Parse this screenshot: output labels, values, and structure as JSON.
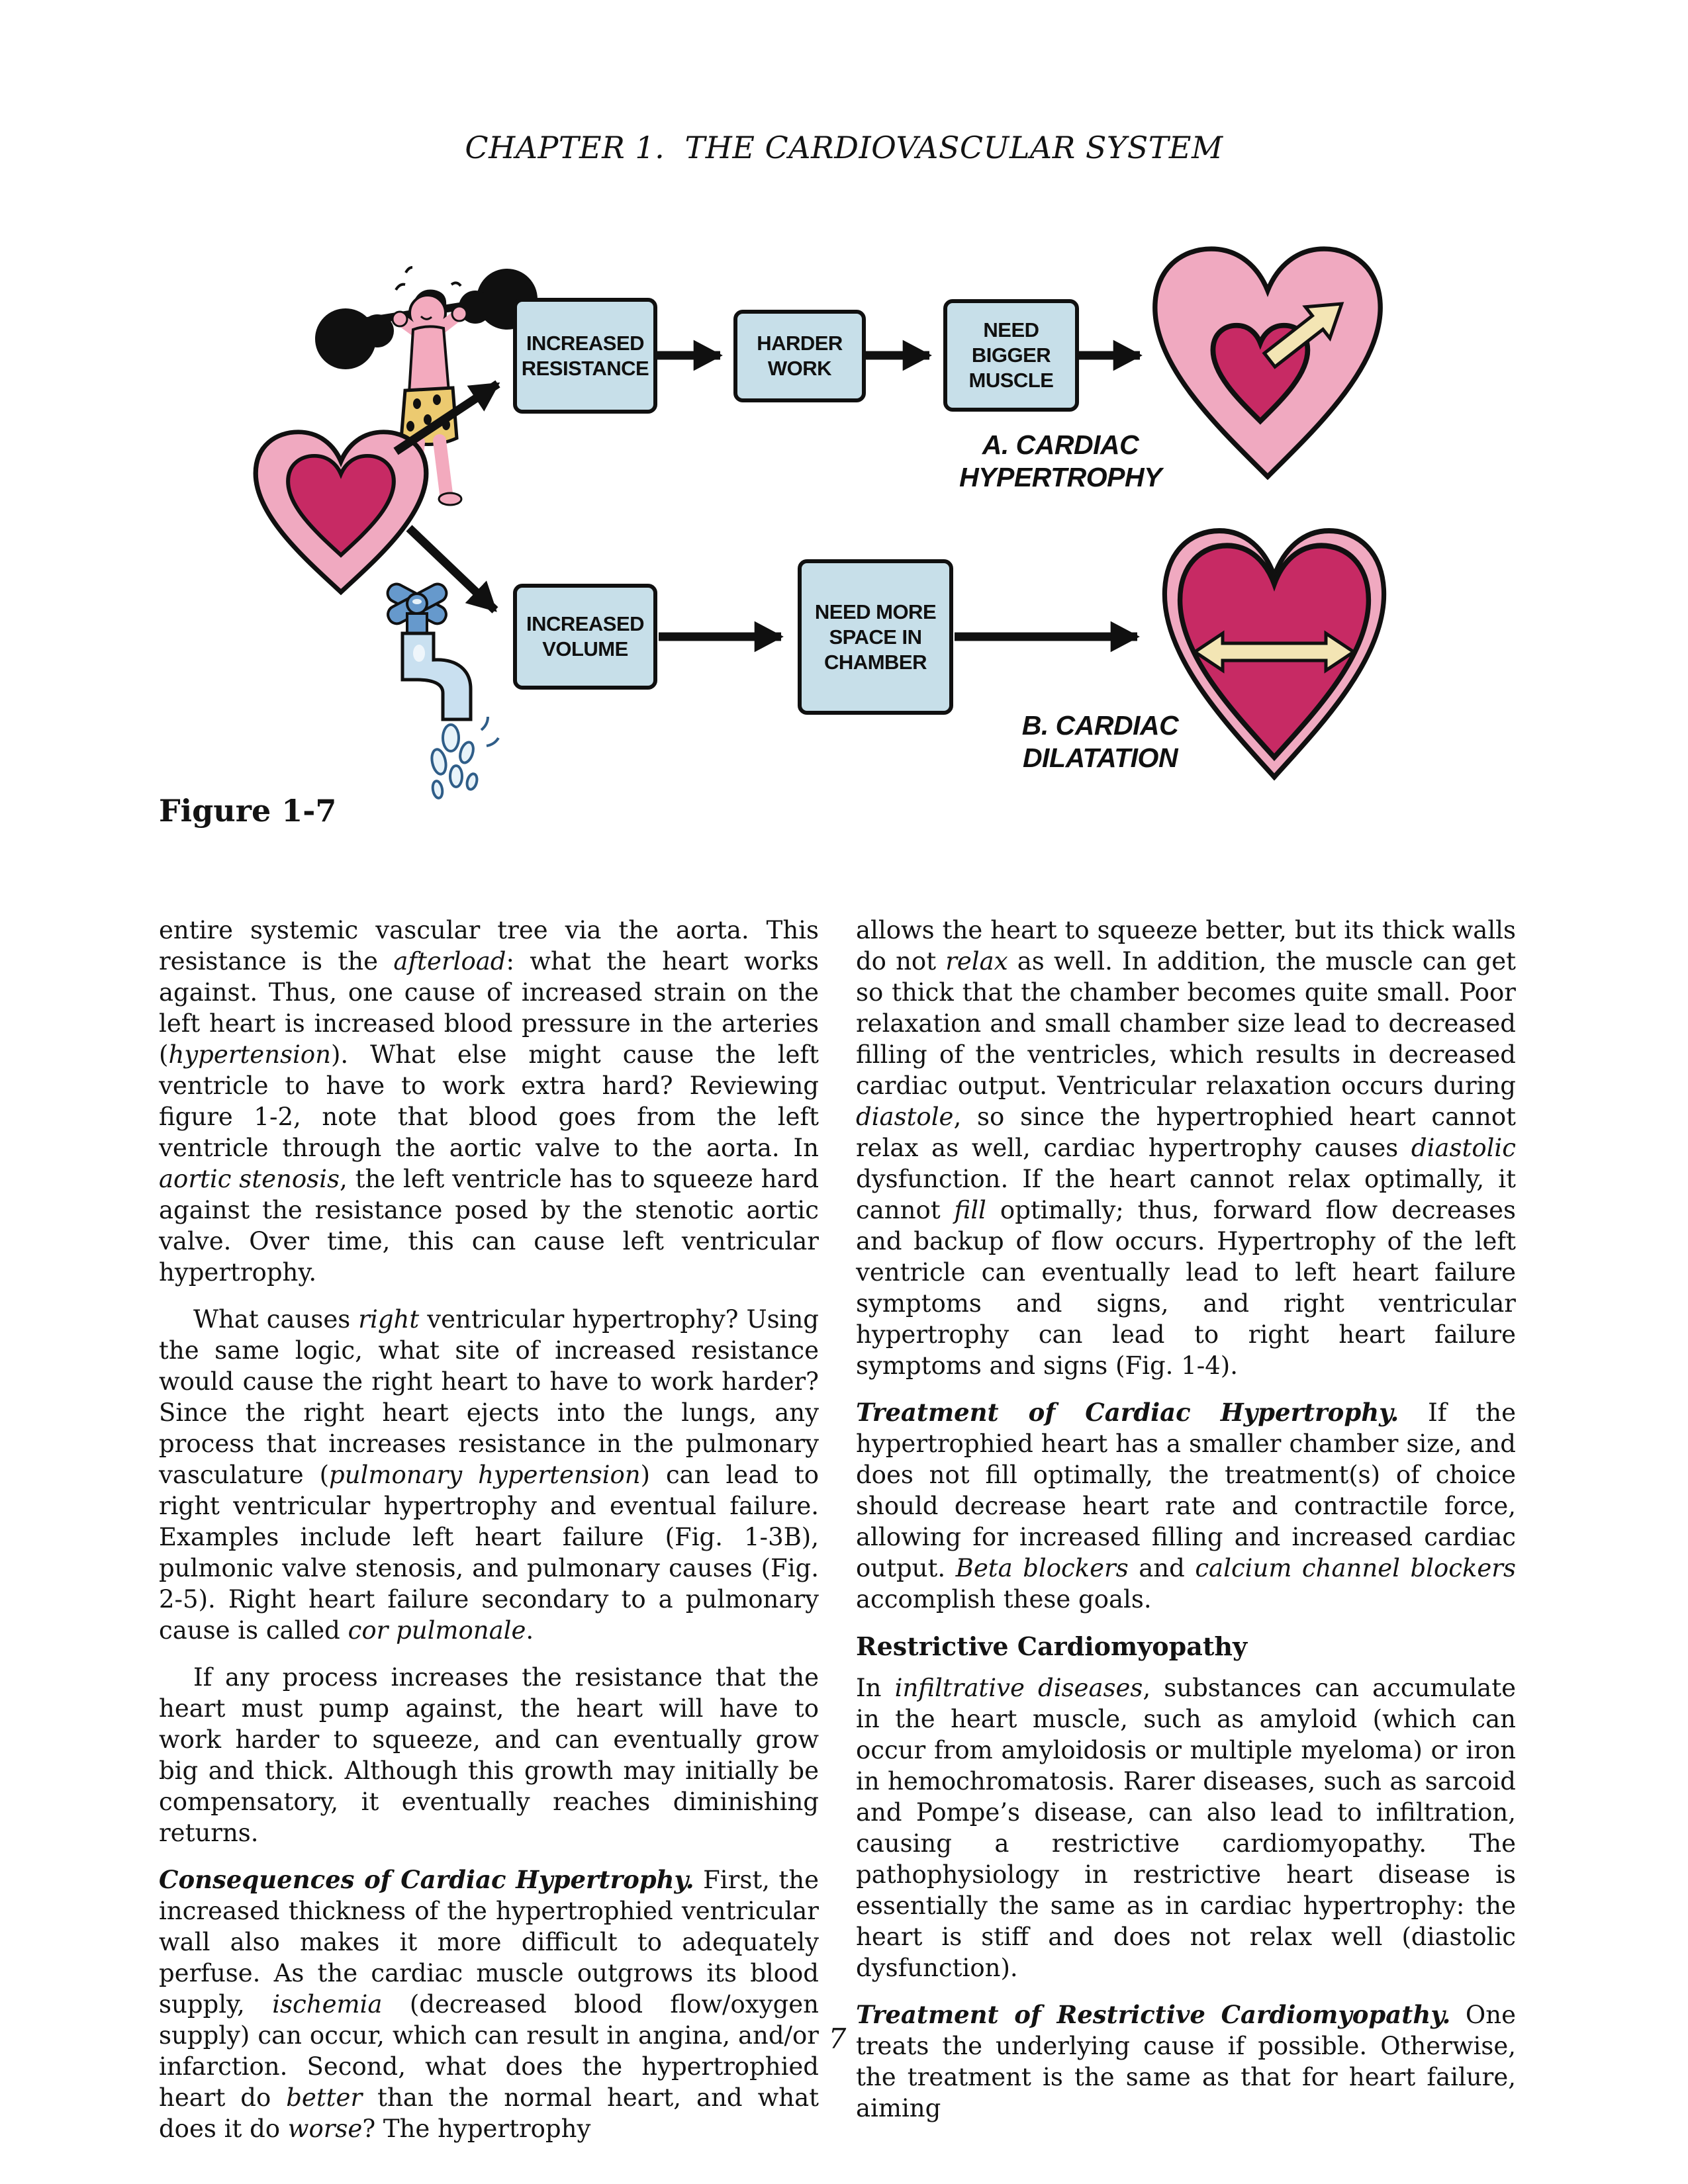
{
  "page": {
    "header": "CHAPTER 1.  THE CARDIOVASCULAR SYSTEM",
    "figure_caption": "Figure 1-7",
    "page_number": "7"
  },
  "figure": {
    "flow_a": {
      "boxes": [
        "INCREASED\nRESISTANCE",
        "HARDER\nWORK",
        "NEED\nBIGGER\nMUSCLE"
      ],
      "label": "A. CARDIAC\nHYPERTROPHY"
    },
    "flow_b": {
      "boxes": [
        "INCREASED\nVOLUME",
        "NEED MORE\nSPACE IN\nCHAMBER"
      ],
      "label": "B. CARDIAC\nDILATATION"
    },
    "illustrations": [
      "weightlifter-illustration",
      "normal-heart-illustration",
      "faucet-illustration",
      "hypertrophied-heart-illustration",
      "dilated-heart-illustration"
    ],
    "colors": {
      "box_fill": "#c7dfe9",
      "heart_outer": "#f0a9c0",
      "heart_chamber": "#c72a64",
      "accent_arrow": "#f3e5b4",
      "faucet_blue": "#6699cc",
      "water_blue": "#e8f3fa"
    }
  },
  "columns": {
    "left": [
      {
        "type": "para",
        "indent": false,
        "segments": [
          {
            "t": "entire systemic vascular tree via the aorta. This resistance is the "
          },
          {
            "t": "afterload",
            "s": "i"
          },
          {
            "t": ": what the heart works against. Thus, one cause of increased strain on the left heart is increased blood pressure in the arteries ("
          },
          {
            "t": "hypertension",
            "s": "i"
          },
          {
            "t": "). What else might cause the left ventricle to have to work extra hard? Reviewing figure 1-2, note that blood goes from the left ventricle through the aortic valve to the aorta. In "
          },
          {
            "t": "aortic stenosis",
            "s": "i"
          },
          {
            "t": ", the left ventricle has to squeeze hard against the resistance posed by the stenotic aortic valve. Over time, this can cause left ventricular hypertrophy."
          }
        ]
      },
      {
        "type": "para",
        "indent": true,
        "segments": [
          {
            "t": "What causes "
          },
          {
            "t": "right",
            "s": "i"
          },
          {
            "t": " ventricular hypertrophy? Using the same logic, what site of increased resistance would cause the right heart to have to work harder? Since the right heart ejects into the lungs, any process that increases resistance in the pulmonary vasculature ("
          },
          {
            "t": "pulmonary hypertension",
            "s": "i"
          },
          {
            "t": ") can lead to right ventricular hypertrophy and eventual failure. Examples include left heart failure (Fig. 1-3B), pulmonic valve stenosis, and pulmonary causes (Fig. 2-5). Right heart failure secondary to a pulmonary cause is called "
          },
          {
            "t": "cor pulmonale",
            "s": "i"
          },
          {
            "t": "."
          }
        ]
      },
      {
        "type": "para",
        "indent": true,
        "segments": [
          {
            "t": "If any process increases the resistance that the heart must pump against, the heart will have to work harder to squeeze, and can eventually grow big and thick. Although this growth may initially be compensatory, it eventually reaches diminishing returns."
          }
        ]
      },
      {
        "type": "para",
        "indent": false,
        "segments": [
          {
            "t": "Consequences of Cardiac Hypertrophy.",
            "s": "bi"
          },
          {
            "t": " First, the increased thickness of the hypertrophied ventricular wall also makes it more difficult to adequately perfuse. As the cardiac muscle outgrows its blood supply, "
          },
          {
            "t": "ischemia",
            "s": "i"
          },
          {
            "t": " (decreased blood flow/oxygen supply) can occur, which can result in angina, and/or infarction. Second, what does the hypertrophied heart do "
          },
          {
            "t": "better",
            "s": "i"
          },
          {
            "t": " than the normal heart, and what does it do "
          },
          {
            "t": "worse",
            "s": "i"
          },
          {
            "t": "? The hypertrophy"
          }
        ]
      }
    ],
    "right": [
      {
        "type": "para",
        "indent": false,
        "segments": [
          {
            "t": "allows the heart to squeeze better, but its thick walls do not "
          },
          {
            "t": "relax",
            "s": "i"
          },
          {
            "t": " as well. In addition, the muscle can get so thick that the chamber becomes quite small. Poor relaxation and small chamber size lead to decreased filling of the ventricles, which results in decreased cardiac output. Ventricular relaxation occurs during "
          },
          {
            "t": "diastole",
            "s": "i"
          },
          {
            "t": ", so since the hypertrophied heart cannot relax as well, cardiac hypertrophy causes "
          },
          {
            "t": "diastolic",
            "s": "i"
          },
          {
            "t": " dysfunction. If the heart cannot relax optimally, it cannot "
          },
          {
            "t": "fill",
            "s": "i"
          },
          {
            "t": " optimally; thus, forward flow decreases and backup of flow occurs. Hypertrophy of the left ventricle can eventually lead to left heart failure symptoms and signs, and right ventricular hypertrophy can lead to right heart failure symptoms and signs (Fig. 1-4)."
          }
        ]
      },
      {
        "type": "para",
        "indent": false,
        "segments": [
          {
            "t": "Treatment of Cardiac Hypertrophy.",
            "s": "bi"
          },
          {
            "t": " If the hypertrophied heart has a smaller chamber size, and does not fill optimally, the treatment(s) of choice should decrease heart rate and contractile force, allowing for increased filling and increased cardiac output. "
          },
          {
            "t": "Beta blockers",
            "s": "i"
          },
          {
            "t": " and "
          },
          {
            "t": "calcium channel blockers",
            "s": "i"
          },
          {
            "t": " accomplish these goals."
          }
        ]
      },
      {
        "type": "heading",
        "text": "Restrictive Cardiomyopathy"
      },
      {
        "type": "para",
        "indent": false,
        "segments": [
          {
            "t": "In "
          },
          {
            "t": "infiltrative diseases",
            "s": "i"
          },
          {
            "t": ", substances can accumulate in the heart muscle, such as amyloid (which can occur from amyloidosis or multiple myeloma) or iron in hemochromatosis. Rarer diseases, such as sarcoid and Pompe’s disease, can also lead to infiltration, causing a restrictive cardiomyopathy. The pathophysiology in restrictive heart disease is essentially the same as in cardiac hypertrophy: the heart is stiff and does not relax well (diastolic dysfunction)."
          }
        ]
      },
      {
        "type": "para",
        "indent": false,
        "segments": [
          {
            "t": "Treatment of Restrictive Cardiomyopathy.",
            "s": "bi"
          },
          {
            "t": " One treats the underlying cause if possible. Otherwise, the treatment is the same as that for heart failure, aiming"
          }
        ]
      }
    ]
  }
}
